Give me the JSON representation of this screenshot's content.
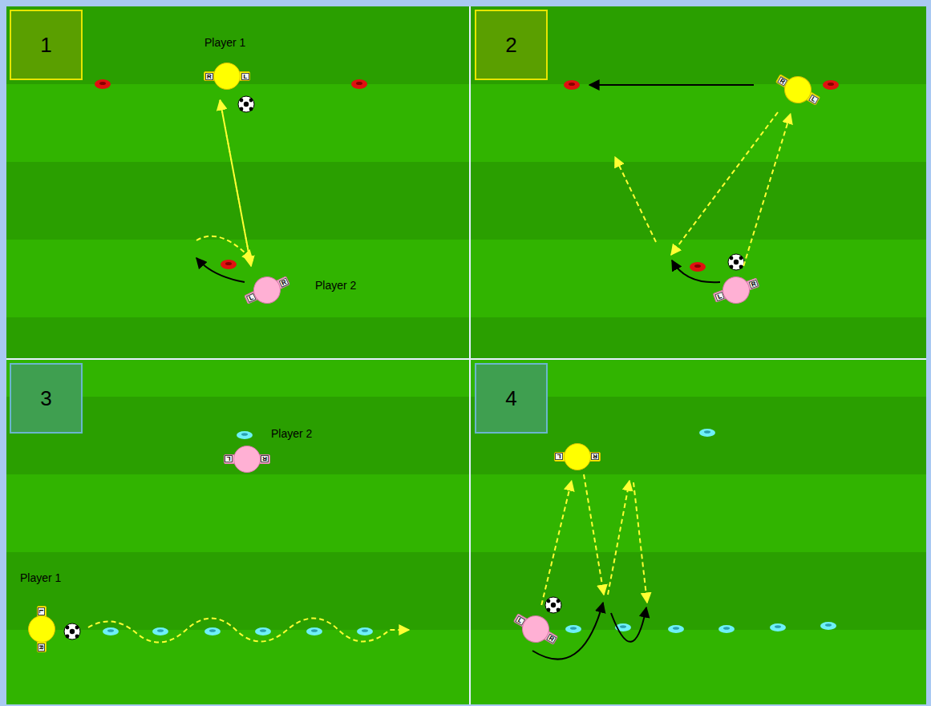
{
  "diagram": {
    "nodes": [
      {
        "text": [
          "1"
        ]
      },
      {
        "text": [
          "Player 1",
          "R",
          "L"
        ]
      },
      {
        "text": [
          "Player 2",
          "L",
          "R"
        ]
      },
      {
        "text": [
          "2"
        ]
      },
      {
        "text": [
          "R",
          "L"
        ]
      },
      {
        "text": [
          "L",
          "R"
        ]
      },
      {
        "text": [
          "3"
        ]
      },
      {
        "text": [
          "Player 2",
          "R",
          "L"
        ]
      },
      {
        "text": [
          "Player 1",
          "L",
          "R"
        ]
      },
      {
        "text": [
          "4"
        ]
      },
      {
        "text": [
          "R",
          "L"
        ]
      },
      {
        "text": [
          "L",
          "R"
        ]
      }
    ],
    "edges": [
      {
        "from": 2,
        "to": 1,
        "arrow": "to"
      },
      {
        "from": 1,
        "to": 2,
        "arrow": "to"
      },
      {
        "from": 5,
        "to": 4,
        "arrow": "to"
      },
      {
        "from": 11,
        "to": 10,
        "arrow": "to"
      }
    ]
  }
}
